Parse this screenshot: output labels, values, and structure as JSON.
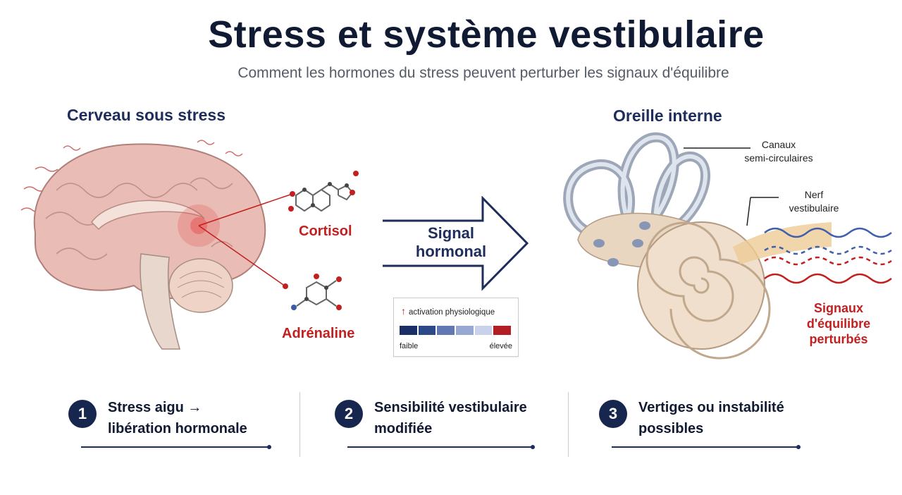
{
  "header": {
    "title": "Stress et système vestibulaire",
    "subtitle": "Comment les hormones du stress peuvent perturber les signaux d'équilibre"
  },
  "brain": {
    "title": "Cerveau sous stress",
    "cortisol": "Cortisol",
    "adrenaline": "Adrénaline"
  },
  "arrow": {
    "label_line1": "Signal",
    "label_line2": "hormonal"
  },
  "legend": {
    "title": "activation physiologique",
    "low": "faible",
    "high": "élevée",
    "colors": [
      "#1b2f66",
      "#2d4a88",
      "#6278b3",
      "#97a8d2",
      "#c9d2ea",
      "#b31e24"
    ]
  },
  "ear": {
    "title": "Oreille interne",
    "canals_line1": "Canaux",
    "canals_line2": "semi-circulaires",
    "nerve_line1": "Nerf",
    "nerve_line2": "vestibulaire",
    "signals_line1": "Signaux",
    "signals_line2": "d'équilibre",
    "signals_line3": "perturbés"
  },
  "steps": [
    {
      "number": "1",
      "line1": "Stress  aigu →",
      "line2": "libération hormonale"
    },
    {
      "number": "2",
      "line1": "Sensibilité vestibulaire",
      "line2": "modifiée"
    },
    {
      "number": "3",
      "line1": "Vertiges ou instabilité",
      "line2": "possibles"
    }
  ],
  "colors": {
    "navy": "#1e2d5c",
    "red": "#c41f1f",
    "brain": "#e8b6b0",
    "ear": "#ecdcc7"
  }
}
